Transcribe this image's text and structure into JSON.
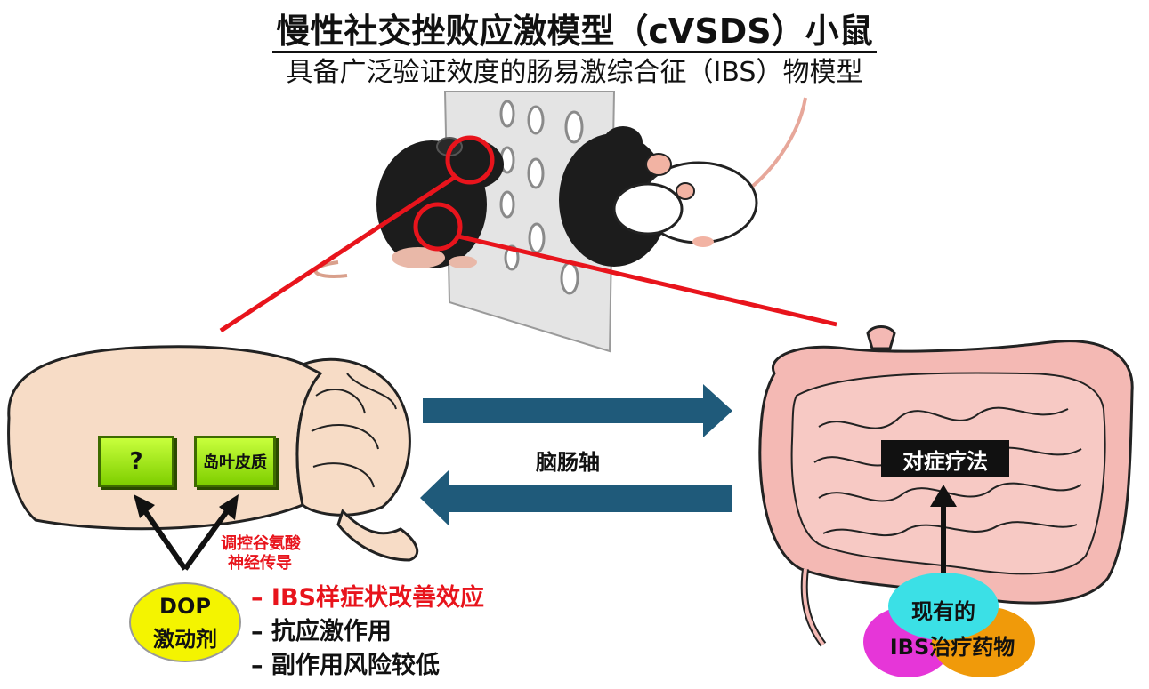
{
  "title": "慢性社交挫败应激模型（cVSDS）小鼠",
  "subtitle": "具备广泛验证效度的肠易激综合征（IBS）物模型",
  "brain": {
    "box_unknown": "?",
    "box_insula": "岛叶皮质",
    "glutamate_label_1": "调控谷氨酸",
    "glutamate_label_2": "神经传导"
  },
  "axis_label": "脑肠轴",
  "dop": {
    "line1": "DOP",
    "line2": "激动剂"
  },
  "effects": [
    {
      "text": "– IBS样症状改善效应",
      "color": "#e8141c"
    },
    {
      "text": "– 抗应激作用",
      "color": "#111111"
    },
    {
      "text": "– 副作用风险较低",
      "color": "#111111"
    }
  ],
  "gut": {
    "therapy_label": "对症疗法",
    "drug_line1": "现有的",
    "drug_line2": "IBS治疗药物"
  },
  "colors": {
    "highlight_red": "#e8141c",
    "arrow_blue": "#1f5a7a",
    "box_green": "#8fe000",
    "dop_yellow": "#f4f400",
    "cyan": "#3be0e6",
    "magenta": "#e636d8",
    "orange": "#f09a0a"
  }
}
